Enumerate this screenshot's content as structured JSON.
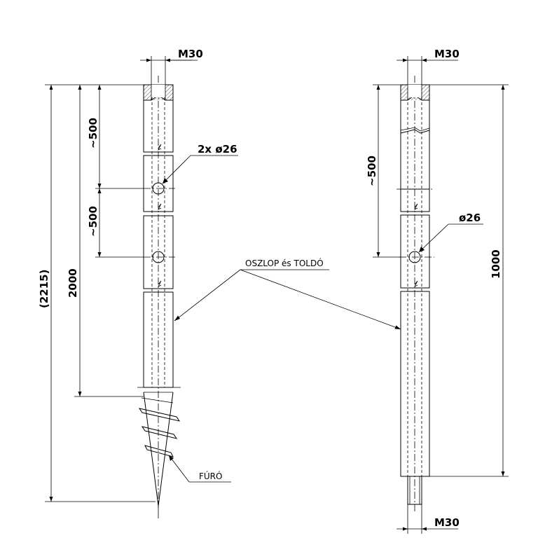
{
  "left_view": {
    "thread_label": "M30",
    "holes_label": "2x  ø26",
    "spacing_1": "~500",
    "spacing_2": "~500",
    "length_2000": "2000",
    "total_length": "(2215)",
    "drill_label": "FÚRÓ"
  },
  "right_view": {
    "top_thread_label": "M30",
    "bottom_thread_label": "M30",
    "hole_label": "ø26",
    "spacing": "~500",
    "length_1000": "1000"
  },
  "shared": {
    "post_label": "OSZLOP és TOLDÓ"
  }
}
